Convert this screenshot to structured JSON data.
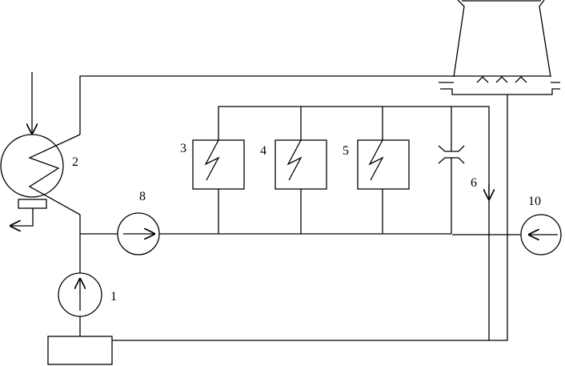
{
  "labels": {
    "pump_1": "1",
    "boiler_2": "2",
    "heater_3": "3",
    "heater_4": "4",
    "heater_5": "5",
    "line_6": "6",
    "pump_8": "8",
    "pump_10": "10"
  },
  "colors": {
    "stroke": "#000000",
    "background": "#ffffff"
  }
}
